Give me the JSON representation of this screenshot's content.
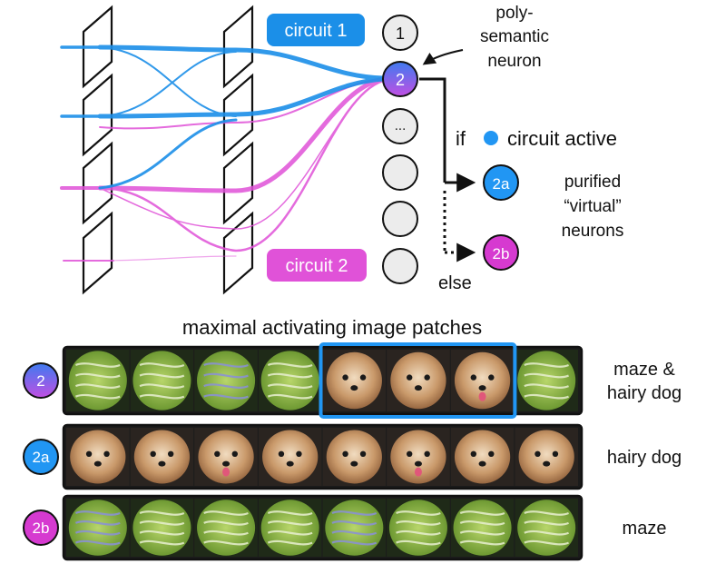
{
  "colors": {
    "circuit1": "#1b8fe8",
    "circuit2": "#e052d8",
    "blue_bright": "#2196f3",
    "magenta": "#d63ad0",
    "neuron_grad_top": "#3f7bf0",
    "neuron_grad_bottom": "#c14fe3",
    "neuron_gray": "#ececec",
    "ink": "#111111"
  },
  "labels": {
    "circuit1": "circuit 1",
    "circuit2": "circuit 2",
    "poly_line1": "poly-",
    "poly_line2": "semantic",
    "poly_line3": "neuron",
    "if_word": "if",
    "circuit_active": "circuit active",
    "else_word": "else",
    "purified_line1": "purified",
    "purified_line2": "“virtual”",
    "purified_line3": "neurons",
    "strip_title": "maximal activating image patches"
  },
  "neurons": [
    {
      "label": "1",
      "kind": "gray"
    },
    {
      "label": "2",
      "kind": "gradient"
    },
    {
      "label": "...",
      "kind": "gray"
    },
    {
      "label": "",
      "kind": "gray"
    },
    {
      "label": "",
      "kind": "gray"
    },
    {
      "label": "",
      "kind": "gray"
    }
  ],
  "virtual_neurons": [
    {
      "label": "2a",
      "kind": "blue"
    },
    {
      "label": "2b",
      "kind": "magenta"
    }
  ],
  "rows": [
    {
      "badge": "2",
      "badge_kind": "gradient",
      "caption_lines": [
        "maze &",
        "hairy dog"
      ],
      "patches": [
        "maze",
        "maze",
        "maze",
        "maze",
        "dog",
        "dog",
        "dog",
        "maze"
      ],
      "highlight": [
        4,
        6
      ]
    },
    {
      "badge": "2a",
      "badge_kind": "blue",
      "caption_lines": [
        "hairy dog"
      ],
      "patches": [
        "dog",
        "dog",
        "dog",
        "dog",
        "dog",
        "dog",
        "dog",
        "dog"
      ],
      "highlight": null
    },
    {
      "badge": "2b",
      "badge_kind": "magenta",
      "caption_lines": [
        "maze"
      ],
      "patches": [
        "maze",
        "maze",
        "maze",
        "maze",
        "maze",
        "maze",
        "maze",
        "maze"
      ],
      "highlight": null
    }
  ]
}
